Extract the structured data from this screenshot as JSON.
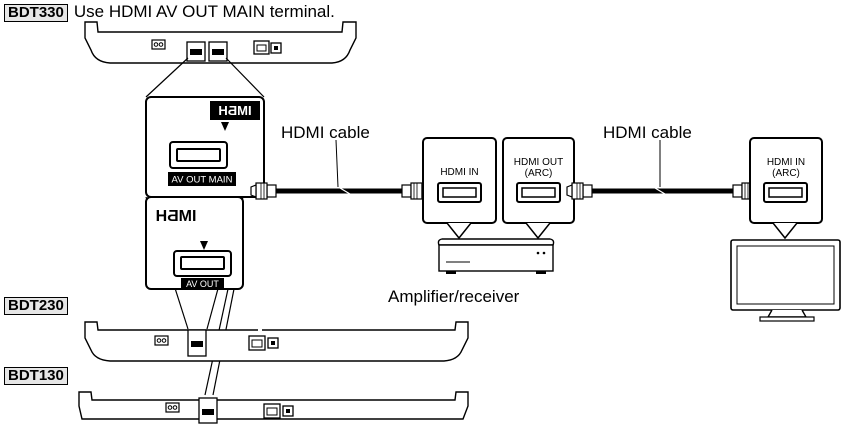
{
  "header": {
    "model": "BDT330",
    "text": "Use HDMI AV OUT MAIN terminal."
  },
  "models": {
    "mid": "BDT230",
    "bottom": "BDT130"
  },
  "inset_top": {
    "logo": "HƋMI",
    "port_label": "AV OUT MAIN"
  },
  "inset_bottom": {
    "logo": "HƋMI",
    "port_label": "AV OUT"
  },
  "cables": {
    "left": "HDMI cable",
    "right": "HDMI cable"
  },
  "amplifier": {
    "label": "Amplifier/receiver",
    "port_in": "HDMI IN",
    "port_out_line1": "HDMI OUT",
    "port_out_line2": "(ARC)"
  },
  "tv": {
    "port_line1": "HDMI IN",
    "port_line2": "(ARC)"
  }
}
